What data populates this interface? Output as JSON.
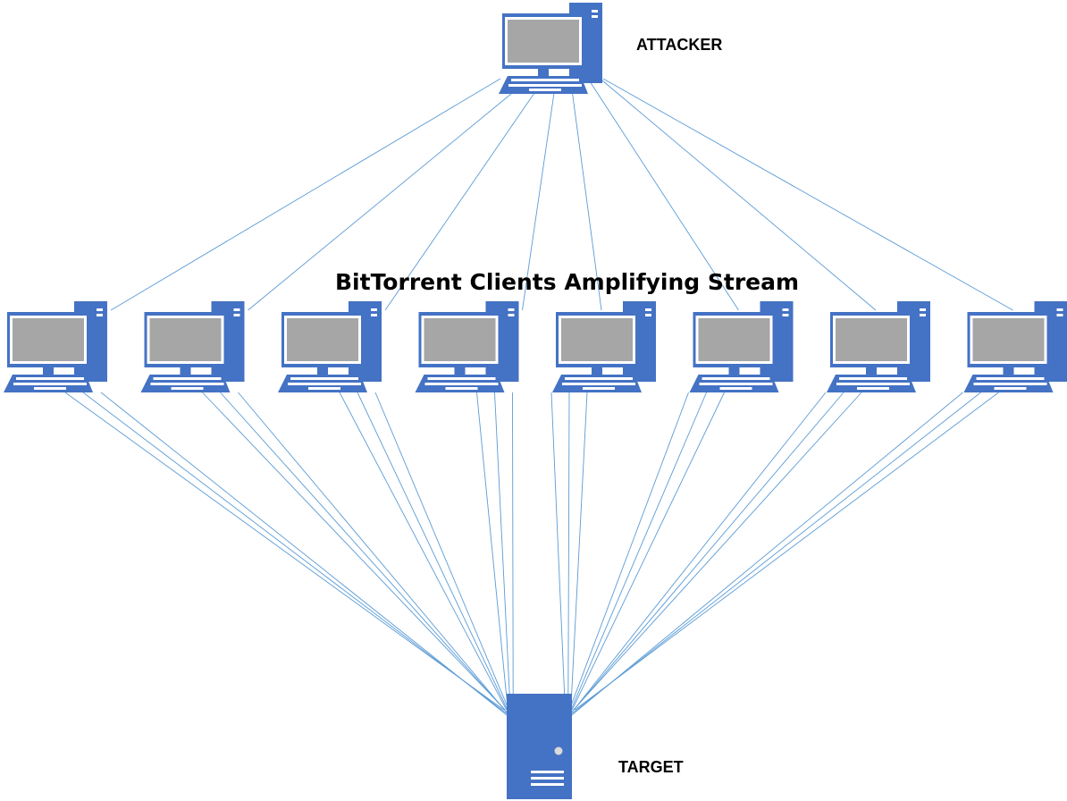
{
  "diagram": {
    "attacker_label": "ATTACKER",
    "target_label": "TARGET",
    "title": "BitTorrent Clients Amplifying Stream",
    "client_count": 8
  },
  "colors": {
    "device_fill": "#4472c4",
    "screen_fill": "#a6a6a6",
    "connection_line": "#5b9bd5",
    "background": "#ffffff"
  },
  "icons": {
    "attacker": "desktop-computer-icon",
    "client": "desktop-computer-icon",
    "target": "server-tower-icon"
  }
}
